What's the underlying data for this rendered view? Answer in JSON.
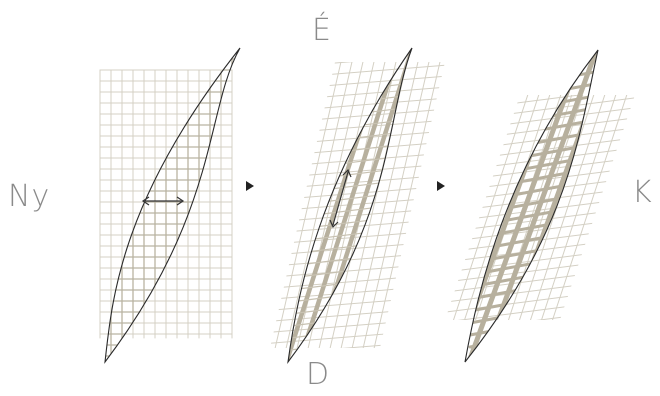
{
  "labels": {
    "west": "Ny",
    "east": "K",
    "north": "É",
    "south": "D"
  },
  "colors": {
    "grid": "#d4d0c4",
    "band": "#b7b09e",
    "outline": "#2a2a2a",
    "arrow": "#333333",
    "label": "#8a8a8a"
  },
  "panels": [
    {
      "name": "panel-1-original",
      "transform": "none",
      "arrow": "horizontal",
      "bands": false
    },
    {
      "name": "panel-2-sheared",
      "transform": "shear",
      "arrow": "vertical",
      "bands": true
    },
    {
      "name": "panel-3-shortened",
      "transform": "shear-shortened",
      "arrow": "none",
      "bands": true
    }
  ],
  "arrows_between_panels": [
    "right-triangle",
    "right-triangle"
  ]
}
